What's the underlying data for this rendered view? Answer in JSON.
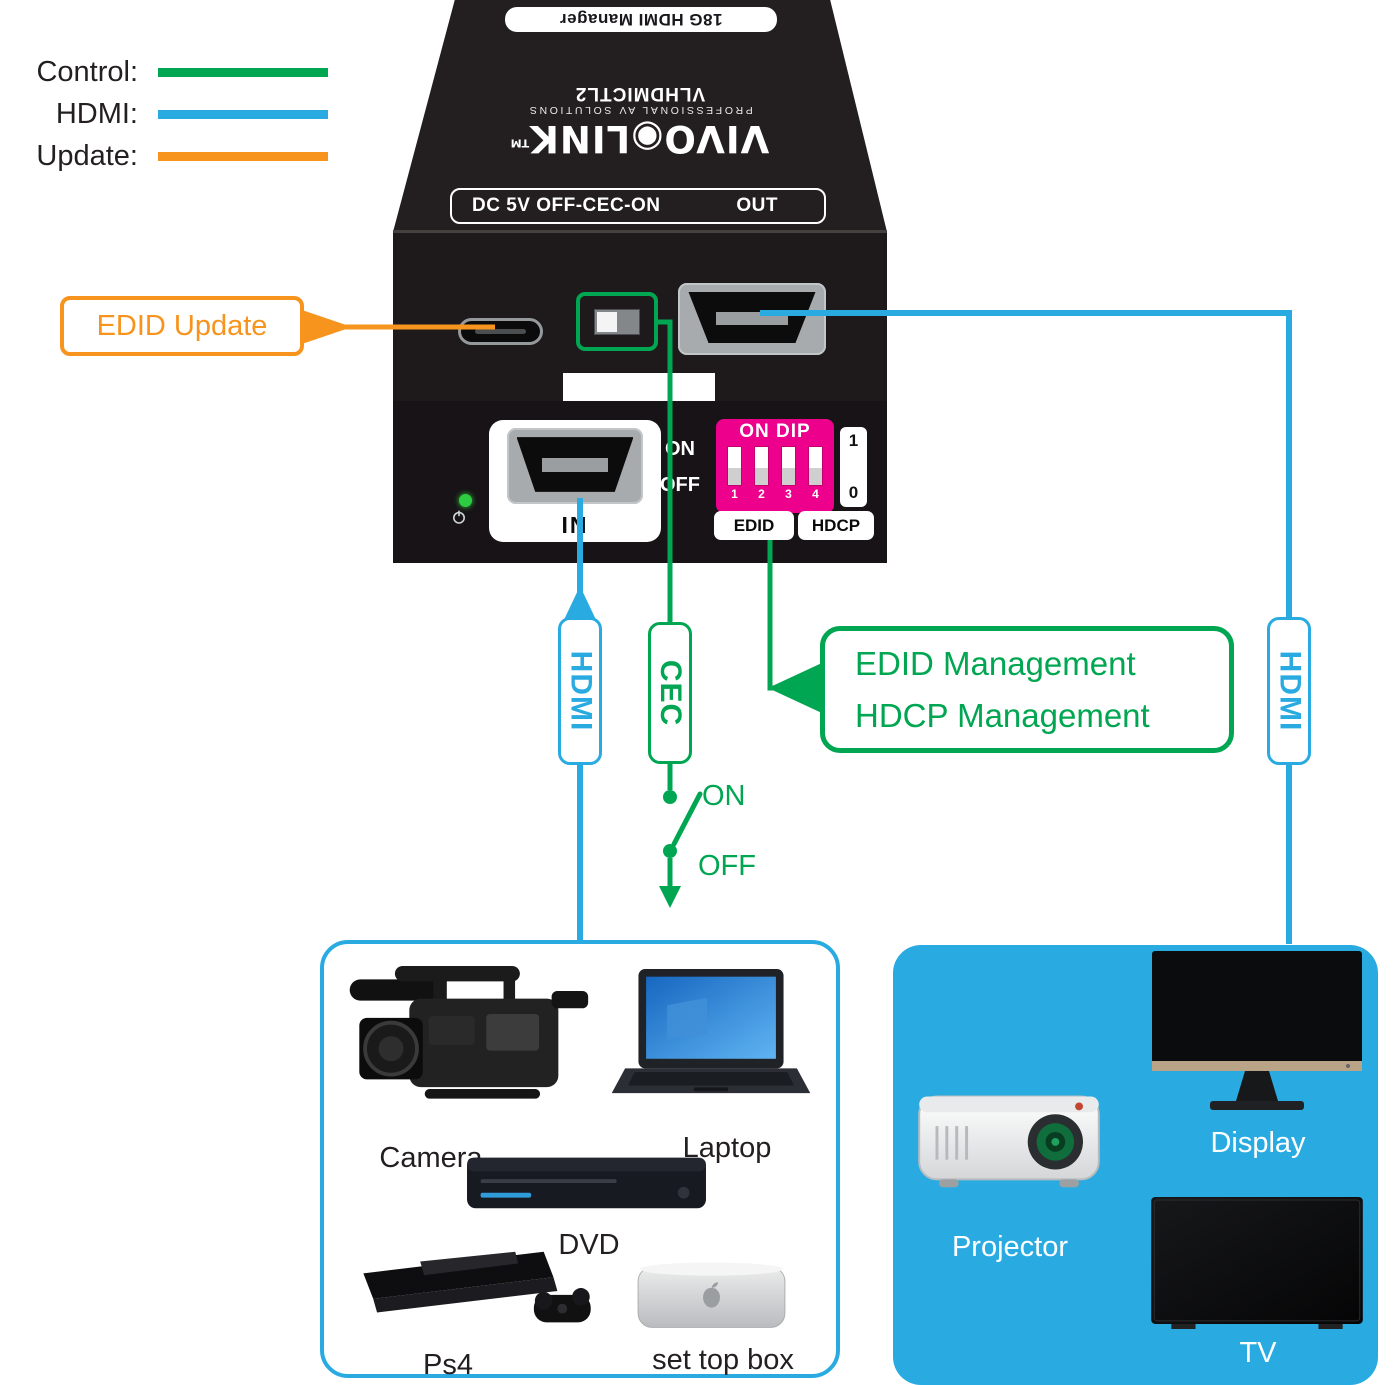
{
  "legend": {
    "items": [
      {
        "label": "Control:",
        "color": "#00a651"
      },
      {
        "label": "HDMI:",
        "color": "#29abe2"
      },
      {
        "label": "Update:",
        "color": "#f7941d"
      }
    ]
  },
  "device": {
    "top_badge": "18G HDMI Manager",
    "model": "VLHDMICTL2",
    "brand": "VIVO◉LINK",
    "brand_tm": "TM",
    "brand_tagline": "PROFESSIONAL AV SOLUTIONS",
    "panel_row": {
      "left": "DC 5V OFF-CEC-ON",
      "right": "OUT"
    },
    "front": {
      "in_label": "IN",
      "on_label": "ON",
      "off_label": "OFF",
      "dip_header": "ON DIP",
      "dip_numbers": [
        "1",
        "2",
        "3",
        "4"
      ],
      "indicator_top": "1",
      "indicator_bottom": "0",
      "edid_label": "EDID",
      "hdcp_label": "HDCP"
    }
  },
  "callouts": {
    "edid_update": "EDID Update",
    "management": {
      "line1": "EDID Management",
      "line2": "HDCP Management"
    },
    "hdmi_in": "HDMI",
    "hdmi_out": "HDMI",
    "cec": "CEC",
    "switch_on": "ON",
    "switch_off": "OFF"
  },
  "sources": {
    "items": [
      {
        "name": "Camera"
      },
      {
        "name": "Laptop"
      },
      {
        "name": "DVD"
      },
      {
        "name": "Ps4"
      },
      {
        "name": "set top box"
      }
    ]
  },
  "sinks": {
    "items": [
      {
        "name": "Projector"
      },
      {
        "name": "Display"
      },
      {
        "name": "TV"
      }
    ]
  },
  "colors": {
    "control_green": "#00a651",
    "hdmi_blue": "#29abe2",
    "update_orange": "#f7941d",
    "dip_magenta": "#ec008c",
    "device_black": "#231f20"
  }
}
